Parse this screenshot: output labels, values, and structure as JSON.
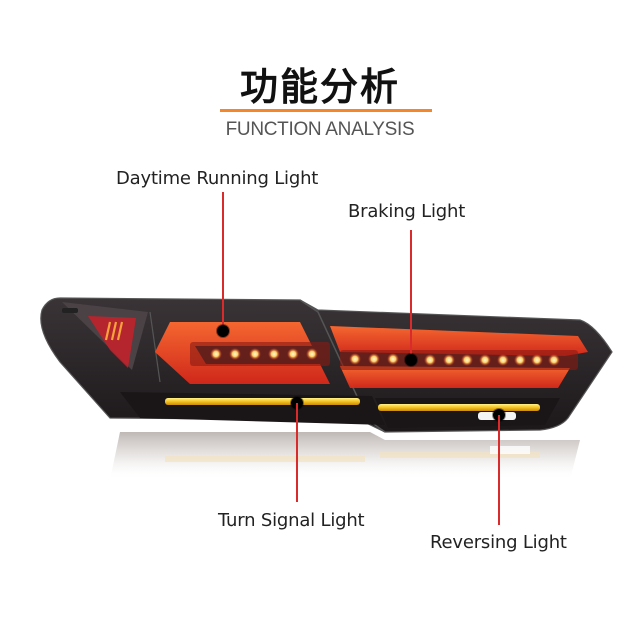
{
  "header": {
    "title_cn": "功能分析",
    "title_en": "FUNCTION ANALYSIS",
    "divider_color": "#f5862a"
  },
  "product": {
    "name": "LED tail light assembly",
    "housing_color": "#2a2528",
    "red_color": "#e8361a",
    "amber_color": "#f7c21c"
  },
  "callouts": [
    {
      "id": "drl",
      "label": "Daytime Running Light",
      "line_color": "#d92b2b"
    },
    {
      "id": "brake",
      "label": "Braking Light",
      "line_color": "#d92b2b"
    },
    {
      "id": "turn",
      "label": "Turn Signal Light",
      "line_color": "#d92b2b"
    },
    {
      "id": "reverse",
      "label": "Reversing Light",
      "line_color": "#d92b2b"
    }
  ]
}
